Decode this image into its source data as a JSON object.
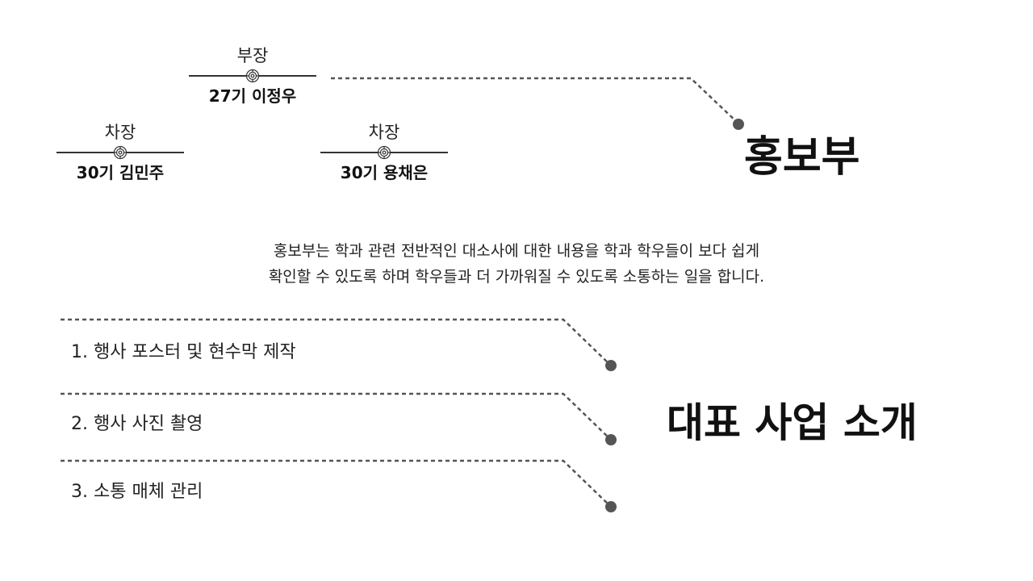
{
  "leadership": {
    "head": {
      "role": "부장",
      "name": "27기 이정우"
    },
    "vice1": {
      "role": "차장",
      "name": "30기 김민주"
    },
    "vice2": {
      "role": "차장",
      "name": "30기 용채은"
    }
  },
  "department": {
    "title": "홍보부"
  },
  "description": {
    "line1": "홍보부는 학과 관련 전반적인 대소사에 대한 내용을 학과 학우들이 보다 쉽게",
    "line2": "확인할 수 있도록 하며 학우들과 더 가까워질 수 있도록 소통하는 일을 합니다."
  },
  "projects": {
    "title": "대표 사업 소개",
    "items": [
      "1. 행사 포스터 및 현수막 제작",
      "2. 행사 사진 촬영",
      "3. 소통 매체 관리"
    ]
  },
  "colors": {
    "line": "#555555",
    "dot": "#555555",
    "text": "#111111"
  },
  "icons": {
    "ornament": "flower-ornament-icon"
  }
}
